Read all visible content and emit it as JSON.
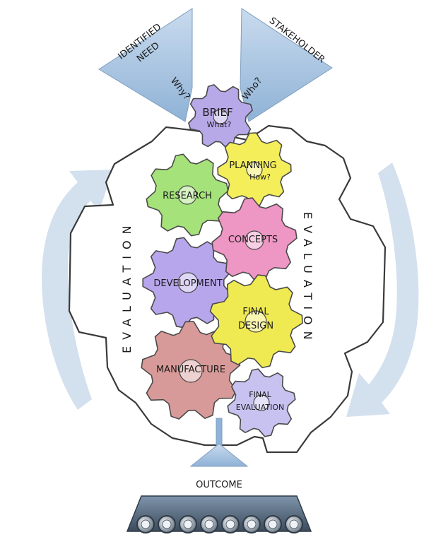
{
  "funnels": {
    "left": {
      "label": "IDENTIFIED NEED",
      "line1": "IDENTIFIED",
      "line2": "NEED",
      "question": "Why?"
    },
    "right": {
      "label": "STAKEHOLDER",
      "question": "Who?"
    }
  },
  "side_labels": {
    "left": "EVALUATION",
    "right": "EVALUATION"
  },
  "gears": {
    "brief": {
      "label": "BRIEF",
      "sub": "What?",
      "color": "#b7a8e8"
    },
    "planning": {
      "label": "PLANNING",
      "sub": "How?",
      "color": "#f4ee5a"
    },
    "research": {
      "label": "RESEARCH",
      "color": "#a6e27a"
    },
    "concepts": {
      "label": "CONCEPTS",
      "color": "#ee96c4"
    },
    "development": {
      "label": "DEVELOPMENT",
      "color": "#b8a6ec"
    },
    "final_design": {
      "label": "FINAL DESIGN",
      "line1": "FINAL",
      "line2": "DESIGN",
      "color": "#f0ea52"
    },
    "manufacture": {
      "label": "MANUFACTURE",
      "color": "#d89a98"
    },
    "final_evaluation": {
      "label": "FINAL EVALUATION",
      "line1": "FINAL",
      "line2": "EVALUATION",
      "color": "#c7c2f0"
    }
  },
  "outcome": {
    "label": "OUTCOME"
  },
  "colors": {
    "funnel": "#a9c6e4",
    "arrow": "#d5e1ef",
    "outline": "#3a3a3a"
  }
}
